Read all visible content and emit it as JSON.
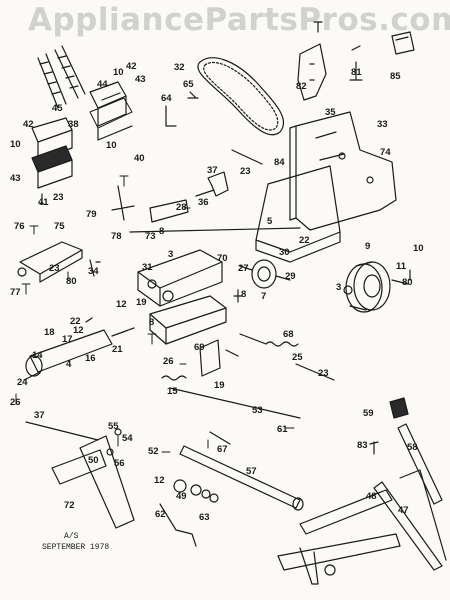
{
  "watermark": "AppliancePartsPros.com",
  "caption": {
    "code": "A/S",
    "date": "SEPTEMBER 1978"
  },
  "colors": {
    "ink": "#1a1a1a",
    "paper": "#fbfaf6",
    "watermark": "#afafaf"
  },
  "callouts": [
    "45",
    "42",
    "10",
    "43",
    "44",
    "32",
    "65",
    "64",
    "82",
    "81",
    "85",
    "35",
    "38",
    "10",
    "40",
    "42",
    "10",
    "43",
    "41",
    "23",
    "33",
    "74",
    "23",
    "84",
    "37",
    "28",
    "36",
    "8",
    "5",
    "22",
    "76",
    "75",
    "79",
    "78",
    "73",
    "23",
    "80",
    "77",
    "34",
    "3",
    "70",
    "31",
    "30",
    "29",
    "27",
    "7",
    "9",
    "10",
    "11",
    "80",
    "8",
    "12",
    "12",
    "3",
    "19",
    "22",
    "8",
    "18",
    "17",
    "14",
    "16",
    "4",
    "21",
    "68",
    "69",
    "25",
    "23",
    "26",
    "19",
    "15",
    "24",
    "26",
    "53",
    "61",
    "59",
    "37",
    "55",
    "54",
    "52",
    "67",
    "58",
    "57",
    "50",
    "56",
    "83",
    "72",
    "12",
    "49",
    "63",
    "48",
    "62",
    "47"
  ]
}
